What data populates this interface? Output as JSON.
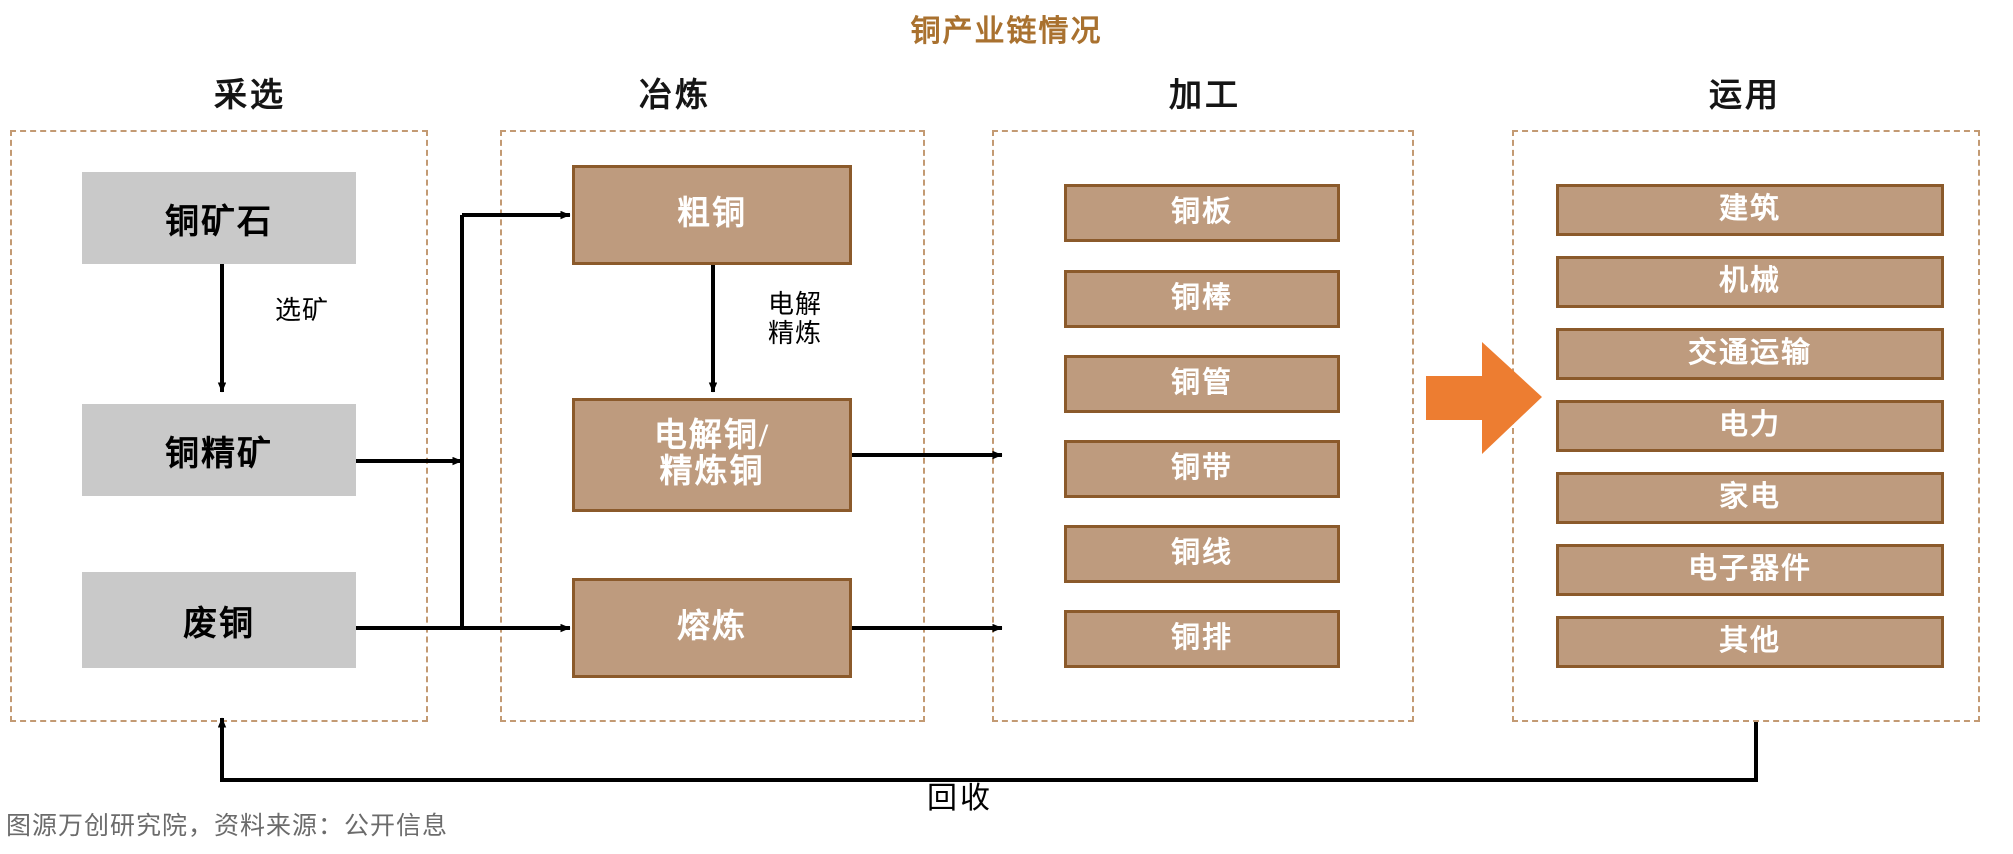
{
  "title": "铜产业链情况",
  "title_color": "#A9712F",
  "accent_colors": {
    "dashed_frame": "#C39A73",
    "grey_box": "#C9C9C9",
    "brown_box_fill": "#BE9B7E",
    "brown_box_border": "#8B5A2B",
    "orange_arrow": "#ED7D31",
    "connector_line": "#000000"
  },
  "stages": [
    {
      "key": "mining",
      "label": "采选"
    },
    {
      "key": "smelting",
      "label": "冶炼"
    },
    {
      "key": "processing",
      "label": "加工"
    },
    {
      "key": "application",
      "label": "运用"
    }
  ],
  "mining": {
    "boxes": [
      {
        "label": "铜矿石"
      },
      {
        "label": "铜精矿"
      },
      {
        "label": "废铜"
      }
    ],
    "edge_label": "选矿"
  },
  "smelting": {
    "boxes": [
      {
        "label": "粗铜"
      },
      {
        "label_line1": "电解铜/",
        "label_line2": "精炼铜"
      },
      {
        "label": "熔炼"
      }
    ],
    "edge_label_line1": "电解",
    "edge_label_line2": "精炼"
  },
  "processing": {
    "items": [
      {
        "label": "铜板"
      },
      {
        "label": "铜棒"
      },
      {
        "label": "铜管"
      },
      {
        "label": "铜带"
      },
      {
        "label": "铜线"
      },
      {
        "label": "铜排"
      }
    ]
  },
  "application": {
    "items": [
      {
        "label": "建筑"
      },
      {
        "label": "机械"
      },
      {
        "label": "交通运输"
      },
      {
        "label": "电力"
      },
      {
        "label": "家电"
      },
      {
        "label": "电子器件"
      },
      {
        "label": "其他"
      }
    ]
  },
  "recycle_label": "回收",
  "footer": "图源万创研究院，资料来源：公开信息"
}
